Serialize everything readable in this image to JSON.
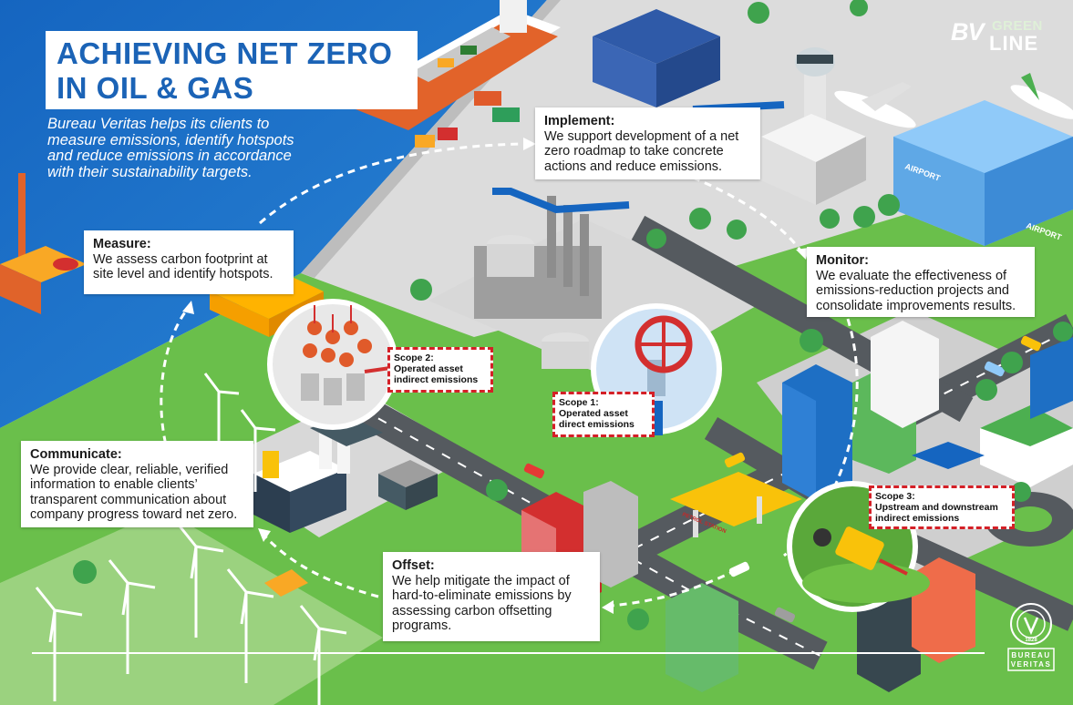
{
  "title": {
    "line1": "ACHIEVING NET ZERO",
    "line2": "IN OIL & GAS"
  },
  "intro": "Bureau Veritas helps its clients to measure emissions, identify hotspots and reduce emissions in accordance with their sustainability targets.",
  "steps": {
    "implement": {
      "heading": "Implement:",
      "text": "We support development of a net zero roadmap to take concrete actions and reduce emissions."
    },
    "measure": {
      "heading": "Measure:",
      "text": "We assess carbon footprint at site level and identify hotspots."
    },
    "monitor": {
      "heading": "Monitor:",
      "text": "We evaluate the effectiveness of emissions-reduction projects and consolidate improvements results."
    },
    "communicate": {
      "heading": "Communicate:",
      "text": "We provide clear, reliable, verified information to enable clients’ transparent communication about company progress toward net zero."
    },
    "offset": {
      "heading": "Offset:",
      "text": "We help mitigate the impact of hard-to-eliminate emissions by assessing carbon offsetting programs."
    }
  },
  "scopes": {
    "scope2": {
      "label": "Scope 2:",
      "line1": "Operated asset",
      "line2": "indirect emissions"
    },
    "scope1": {
      "label": "Scope 1:",
      "line1": "Operated asset",
      "line2": "direct emissions"
    },
    "scope3": {
      "label": "Scope 3:",
      "line1": "Upstream and downstream",
      "line2": "indirect emissions"
    }
  },
  "signage": {
    "airport_1": "AIRPORT",
    "airport_2": "AIRPORT",
    "petrol_station": "PETROL STATION"
  },
  "brand": {
    "bv": "BV",
    "green": "GREEN",
    "line": "LINE",
    "seal_top": "BUREAU",
    "seal_bottom": "VERITAS",
    "seal_year": "1828"
  },
  "colors": {
    "sea": "#1e6fc4",
    "grass": "#6abf4b",
    "road": "#555a5f",
    "title_blue": "#1b63b6",
    "scope_red": "#d42027",
    "dashed_arrows": "#ffffff"
  }
}
